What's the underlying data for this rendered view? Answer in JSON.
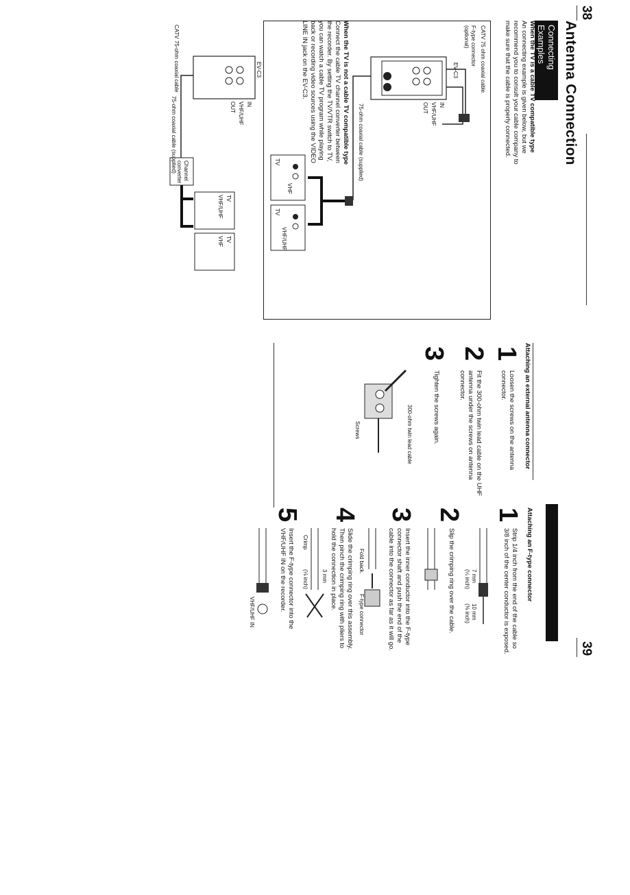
{
  "page_left": {
    "number": "38",
    "title": "Antenna Connection",
    "section_band": "Connecting Examples"
  },
  "compatible": {
    "heading": "When the TV is a cable TV compatible type",
    "lines": [
      "An connecting example is given below, but we",
      "recommend you to consult your cable company to",
      "make sure that the cable is properly connected."
    ],
    "diagram": {
      "device": "EV-C3",
      "in_label": "IN",
      "port_label": "VHF/UHF",
      "out_label": "OUT",
      "f_connector": "F-type connector",
      "optional": "(optional)",
      "catv": "CATV 75 ohm coaxial cable",
      "coax_supplied": "75-ohm coaxial cable (supplied)",
      "tv1": "TV",
      "tv1_port": "VHF",
      "tv2": "TV",
      "tv2_port": "VHF/UHF"
    }
  },
  "not_compatible": {
    "heading": "When the TV is not a cable TV compatible type",
    "lines": [
      "Connect the cable TV channel converter between",
      "the recorder. By setting the TV/VTR switch to TV,",
      "you can watch a cable TV program while playing",
      "back or recording video sources using the VIDEO",
      "LINE IN jack on the EV-C3."
    ],
    "diagram": {
      "device": "EV-C3",
      "in_label": "IN",
      "port_label": "VHF/UHF",
      "out_label": "OUT",
      "catv": "CATV 75-ohm coaxial cable",
      "coax_supplied": "75-ohm coaxial cable (supplied)",
      "converter1": "Channel",
      "converter2": "converter",
      "tv1": "TV",
      "tv1_port": "VHF/UHF",
      "tv2": "TV",
      "tv2_port": "VHF"
    }
  },
  "external": {
    "heading": "Attaching an external antenna connector",
    "steps": [
      {
        "num": "1",
        "lines": [
          "Loosen the screws on the antenna",
          "connector."
        ]
      },
      {
        "num": "2",
        "lines": [
          "Fit the 300-ohm twin lead cable on the UHF",
          "antenna under the screws on antenna",
          "connector."
        ]
      },
      {
        "num": "3",
        "lines": [
          "Tighten the screws again."
        ]
      }
    ],
    "fig_label1": "300-ohm twin lead cable",
    "fig_label2": "Screws"
  },
  "ftype": {
    "heading": "Attaching an F-type connector",
    "steps": [
      {
        "num": "1",
        "lines": [
          "Strip 1/4 inch from the end of the cable so",
          "3/8 inch of the center conductor is exposed."
        ]
      },
      {
        "num": "2",
        "lines": [
          "Slip the crimping ring over the cable."
        ]
      },
      {
        "num": "3",
        "lines": [
          "Insert the inner conductor into the F-type",
          "connector shaft and push the end of the",
          "cable into the connector as far as it will go."
        ]
      },
      {
        "num": "4",
        "lines": [
          "Slide the crimping ring over this assembly.",
          "Then pinch the crimping ring with pliers to",
          "hold the connection in place."
        ]
      },
      {
        "num": "5",
        "lines": [
          "Insert the F-type connector into the",
          "VHF/UHF IN on the recorder."
        ]
      }
    ],
    "fig1_a": "7 mm",
    "fig1_a2": "(¼ inch)",
    "fig1_b": "10 mm",
    "fig1_b2": "(⅜ inch)",
    "fig3_a": "F-type connector",
    "fig3_b": "Fold back.",
    "fig4_a": "3 mm",
    "fig4_a2": "(⅛ inch)",
    "fig4_b": "Crimp",
    "fig5_a": "VHF/UHF IN"
  },
  "page_right": {
    "number": "39"
  }
}
